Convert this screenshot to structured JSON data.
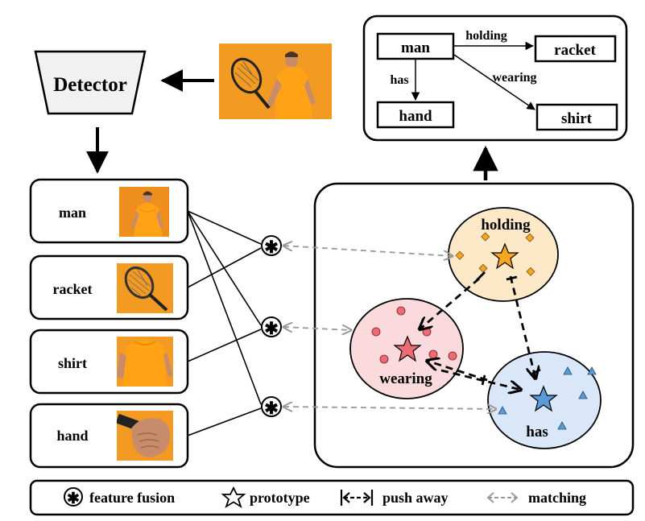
{
  "detector": {
    "label": "Detector"
  },
  "scene_graph": {
    "nodes": {
      "man": "man",
      "racket": "racket",
      "hand": "hand",
      "shirt": "shirt"
    },
    "edges": {
      "holding": "holding",
      "has": "has",
      "wearing": "wearing"
    }
  },
  "objects": [
    {
      "label": "man"
    },
    {
      "label": "racket"
    },
    {
      "label": "shirt"
    },
    {
      "label": "hand"
    }
  ],
  "prototype_space": {
    "clusters": [
      {
        "label": "holding",
        "color": "#fde9c8",
        "marker": "diamond",
        "prototype_color": "#f5a623"
      },
      {
        "label": "wearing",
        "color": "#fadadd",
        "marker": "circle",
        "prototype_color": "#ee6b73"
      },
      {
        "label": "has",
        "color": "#d9e7f8",
        "marker": "triangle",
        "prototype_color": "#5b9bd5"
      }
    ]
  },
  "legend": {
    "feature_fusion": "feature fusion",
    "prototype": "prototype",
    "push_away": "push away",
    "matching": "matching"
  },
  "colors": {
    "matching_arrow": "#999999",
    "orange_background": "#f0921c"
  }
}
